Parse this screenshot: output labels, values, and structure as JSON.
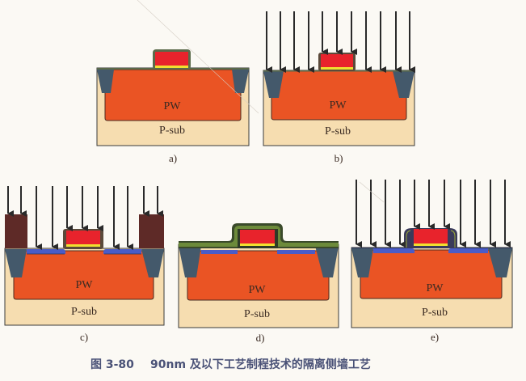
{
  "caption": {
    "figure_number": "图 3-80",
    "text": "90nm 及以下工艺制程技术的隔离侧墙工艺"
  },
  "labels": {
    "well": "PW",
    "substrate": "P-sub"
  },
  "panels": [
    {
      "id": "a",
      "label": "a)",
      "step": "gate with thin oxide liner",
      "implant_arrows": false,
      "photoresist": false,
      "ldd": false,
      "spacer_film": false,
      "spacer": false
    },
    {
      "id": "b",
      "label": "b)",
      "step": "blanket implant",
      "implant_arrows": true,
      "photoresist": false,
      "ldd": false,
      "spacer_film": false,
      "spacer": false
    },
    {
      "id": "c",
      "label": "c)",
      "step": "LDD implant with photoresist mask",
      "implant_arrows": true,
      "photoresist": true,
      "ldd": true,
      "spacer_film": false,
      "spacer": false
    },
    {
      "id": "d",
      "label": "d)",
      "step": "spacer film deposition",
      "implant_arrows": false,
      "photoresist": false,
      "ldd": true,
      "spacer_film": true,
      "spacer": false
    },
    {
      "id": "e",
      "label": "e)",
      "step": "spacer etch + implant",
      "implant_arrows": true,
      "photoresist": false,
      "ldd": true,
      "spacer_film": false,
      "spacer": true
    }
  ],
  "colors": {
    "substrate": "#f6ddb0",
    "well": "#ea5424",
    "sti": "#44596b",
    "gate": "#e8232c",
    "gate_oxide": "#f0e030",
    "ldd": "#4a5cc8",
    "photoresist": "#5e2a27",
    "spacer_film": "#6c8a3a",
    "arrow": "#2a2a2a",
    "caption": "#4a5277"
  }
}
